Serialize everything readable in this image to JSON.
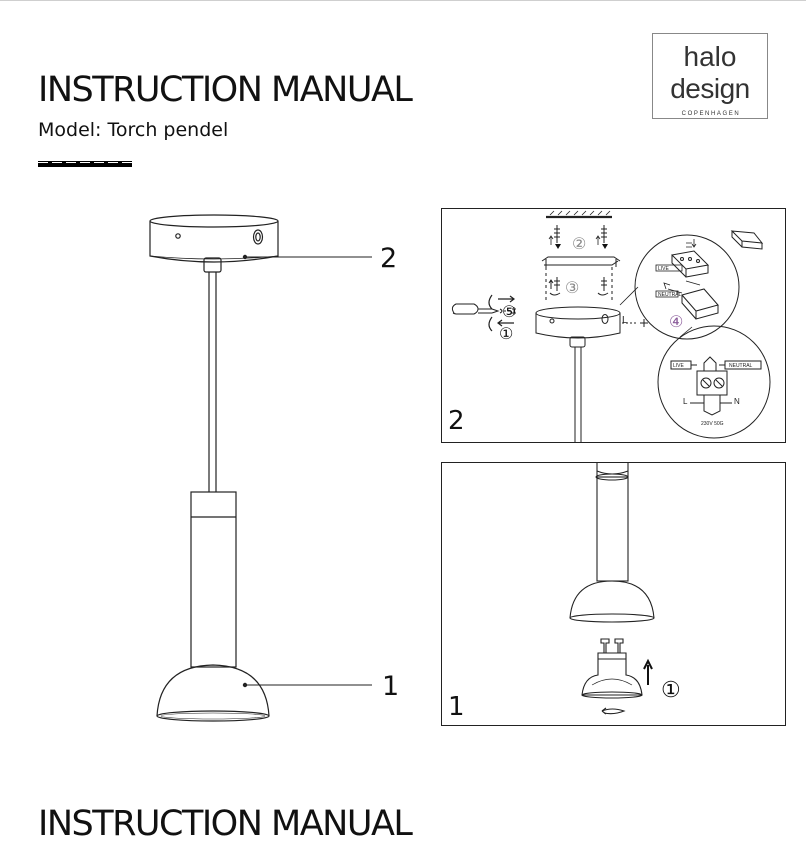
{
  "header": {
    "title": "INSTRUCTION MANUAL",
    "model": "Model: Torch pendel"
  },
  "logo": {
    "line1": "halo",
    "line2": "design",
    "line3": "COPENHAGEN"
  },
  "callouts": {
    "canopy": "2",
    "shade": "1"
  },
  "panel_install": {
    "number": "2",
    "steps": [
      "②",
      "③",
      "④",
      "⑤",
      "①"
    ],
    "terminal_live": "LIVE",
    "terminal_neutral": "NEUTRAL",
    "letter_l": "L",
    "letter_n": "N",
    "voltage": "230V 50G",
    "wire_tag_l": "LIVE",
    "wire_tag_n": "NEUTRAL"
  },
  "panel_bulb": {
    "number": "1",
    "step": "①"
  },
  "footer": {
    "title": "INSTRUCTION MANUAL"
  }
}
